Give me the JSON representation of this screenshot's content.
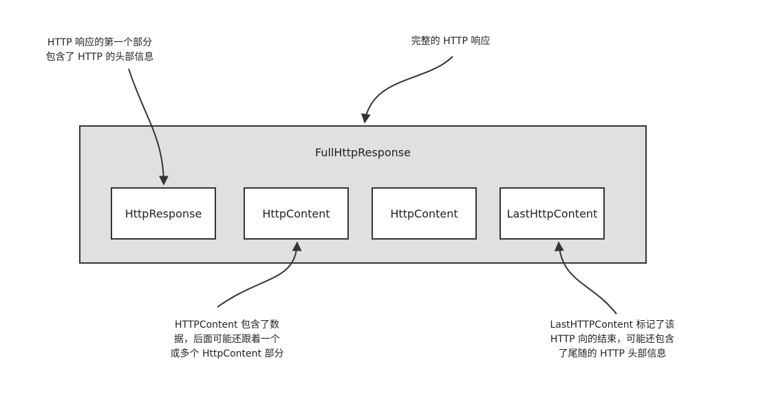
{
  "container": {
    "title": "FullHttpResponse"
  },
  "parts": [
    {
      "label": "HttpResponse"
    },
    {
      "label": "HttpContent"
    },
    {
      "label": "HttpContent"
    },
    {
      "label": "LastHttpContent"
    }
  ],
  "notes": {
    "full_response": "完整的 HTTP 响应",
    "http_response": {
      "line1": "HTTP 响应的第一个部分",
      "line2": "包含了 HTTP 的头部信息"
    },
    "http_content": {
      "line1": "HTTPContent 包含了数",
      "line2": "据，后面可能还跟着一个",
      "line3": "或多个 HttpContent 部分"
    },
    "last_http_content": {
      "line1": "LastHTTPContent 标记了该",
      "line2": "HTTP 向的结束，可能还包含",
      "line3": "了尾随的 HTTP 头部信息"
    }
  },
  "colors": {
    "container_fill": "#e0e0e0",
    "box_fill": "#ffffff",
    "stroke": "#333333"
  }
}
